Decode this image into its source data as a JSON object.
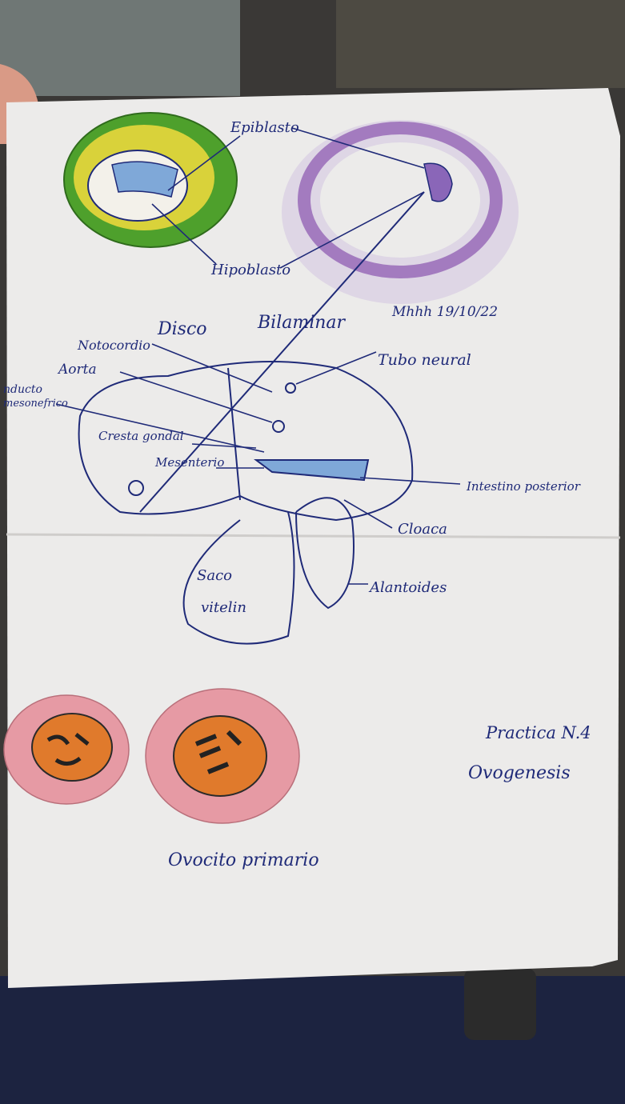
{
  "labels": {
    "epiblasto": "Epiblasto",
    "hipoblasto": "Hipoblasto",
    "disco": "Disco",
    "bilaminar": "Bilaminar",
    "notocordio": "Notocordio",
    "aorta": "Aorta",
    "conducto": "nducto",
    "mesonefrico": "mesonefrico",
    "cresta_gonadal": "Cresta gondal",
    "mesenterio": "Mesenterio",
    "tubo_neural": "Tubo neural",
    "intestino_posterior": "Intestino posterior",
    "cloaca": "Cloaca",
    "saco": "Saco",
    "vitelin": "vitelin",
    "alantoides": "Alantoides",
    "practica": "Practica N.4",
    "ovogenesis": "Ovogenesis",
    "ovocito_primario": "Ovocito primario",
    "signature": "Mhhh 19/10/22"
  },
  "colors": {
    "ink": "#1f2a78",
    "paper": "#ecebea",
    "green_ring": "#4ea02c",
    "yellow_cells": "#d9d23a",
    "blue_cells": "#7fa8d8",
    "purple_ring": "#b79ac7",
    "pink_cytoplasm": "#e69aa4",
    "orange_nucleus": "#e07a2c"
  }
}
